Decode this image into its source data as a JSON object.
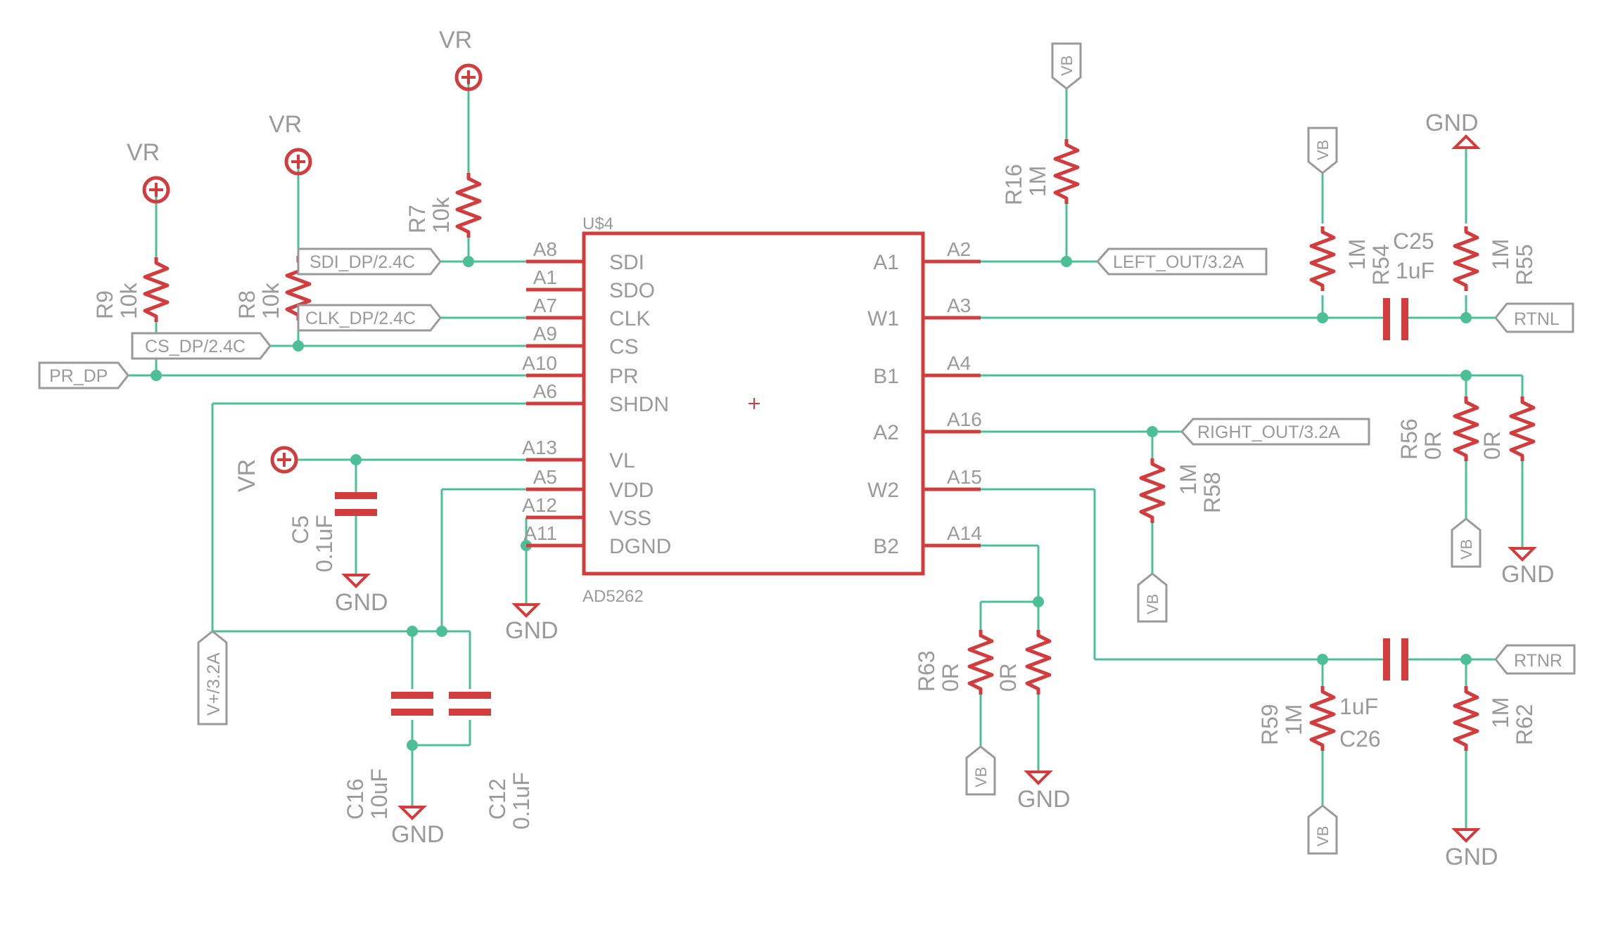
{
  "colors": {
    "wire": "#4dbf96",
    "symbol": "#d23c3c",
    "label": "#9a9a9a",
    "junction": "#4dbf96",
    "background": "#ffffff"
  },
  "chip": {
    "refdes": "U$4",
    "part": "AD5262",
    "left_pins": [
      {
        "pin": "A8",
        "name": "SDI"
      },
      {
        "pin": "A1",
        "name": "SDO"
      },
      {
        "pin": "A7",
        "name": "CLK"
      },
      {
        "pin": "A9",
        "name": "CS"
      },
      {
        "pin": "A10",
        "name": "PR"
      },
      {
        "pin": "A6",
        "name": "SHDN"
      },
      {
        "pin": "A13",
        "name": "VL"
      },
      {
        "pin": "A5",
        "name": "VDD"
      },
      {
        "pin": "A12",
        "name": "VSS"
      },
      {
        "pin": "A11",
        "name": "DGND"
      }
    ],
    "right_pins": [
      {
        "pin": "A2",
        "name": "A1"
      },
      {
        "pin": "A3",
        "name": "W1"
      },
      {
        "pin": "A4",
        "name": "B1"
      },
      {
        "pin": "A16",
        "name": "A2"
      },
      {
        "pin": "A15",
        "name": "W2"
      },
      {
        "pin": "A14",
        "name": "B2"
      }
    ]
  },
  "nets": {
    "vr": "VR",
    "vb": "VB",
    "gnd": "GND",
    "sdi": "SDI_DP/2.4C",
    "clk": "CLK_DP/2.4C",
    "cs": "CS_DP/2.4C",
    "pr": "PR_DP",
    "vplus": "V+/3.2A",
    "left_out": "LEFT_OUT/3.2A",
    "right_out": "RIGHT_OUT/3.2A",
    "rtnl": "RTNL",
    "rtnr": "RTNR"
  },
  "components": {
    "r9": {
      "ref": "R9",
      "value": "10k"
    },
    "r8": {
      "ref": "R8",
      "value": "10k"
    },
    "r7": {
      "ref": "R7",
      "value": "10k"
    },
    "c5": {
      "ref": "C5",
      "value": "0.1uF"
    },
    "c16": {
      "ref": "C16",
      "value": "10uF"
    },
    "c12": {
      "ref": "C12",
      "value": "0.1uF"
    },
    "r16": {
      "ref": "R16",
      "value": "1M"
    },
    "r54": {
      "ref": "R54",
      "value": "1M"
    },
    "c25": {
      "ref": "C25",
      "value": "1uF"
    },
    "r55": {
      "ref": "R55",
      "value": "1M"
    },
    "r56": {
      "ref": "R56",
      "value": "0R"
    },
    "r57": {
      "ref": "",
      "value": "0R"
    },
    "r58": {
      "ref": "R58",
      "value": "1M"
    },
    "r63": {
      "ref": "R63",
      "value": "0R"
    },
    "r64": {
      "ref": "",
      "value": "0R"
    },
    "r59": {
      "ref": "R59",
      "value": "1M"
    },
    "c26": {
      "ref": "C26",
      "value": "1uF"
    },
    "r62": {
      "ref": "R62",
      "value": "1M"
    }
  }
}
